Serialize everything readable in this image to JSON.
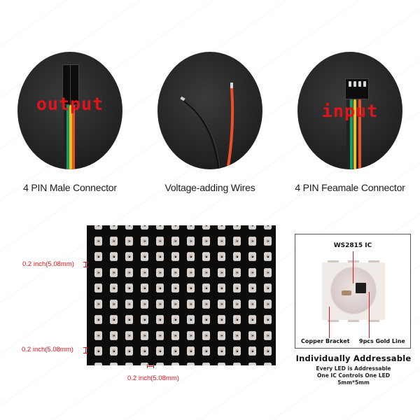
{
  "connectors": [
    {
      "id": "male",
      "label": "4 PIN Male Connector",
      "overlay_text": "output",
      "icon": "male-connector-image"
    },
    {
      "id": "power",
      "label": "Voltage-adding Wires",
      "overlay_text": "",
      "icon": "power-wires-image"
    },
    {
      "id": "female",
      "label": "4 PIN Feamale Connector",
      "overlay_text": "input",
      "icon": "female-connector-image"
    }
  ],
  "matrix": {
    "columns": 12,
    "rows": 10,
    "pitch_labels": {
      "top_left": "0.2 inch(5.08mm)",
      "bottom_left": "0.2 inch(5.08mm)",
      "bottom": "0.2 inch(5.08mm)"
    }
  },
  "led_detail": {
    "ic_label": "WS2815 IC",
    "left_callout": "Copper Bracket",
    "right_callout": "9pcs Gold Line"
  },
  "features": {
    "title": "Individually Addressable",
    "lines": [
      "Every LED is Addressable",
      "One IC Controls One LED",
      "5mm*5mm"
    ]
  },
  "colors": {
    "annotation_red": "#e0141c",
    "circle_bg": "#262626",
    "matrix_bg": "#0c0c0c",
    "wire_green": "#1a9a6a",
    "wire_yellow": "#e8c41a",
    "wire_orange": "#e8522a"
  }
}
